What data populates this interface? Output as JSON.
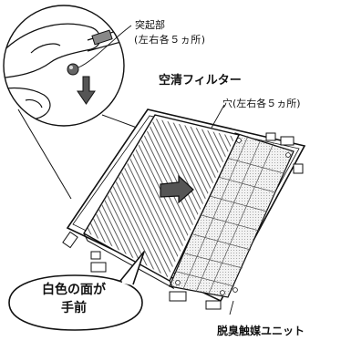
{
  "labels": {
    "protrusion": "突起部",
    "protrusion_location": "(左右各５ヵ所)",
    "air_filter": "空清フィルター",
    "hole": "穴(左右各５ヵ所)",
    "deodorizing_unit": "脱臭触媒ユニット"
  },
  "callout": {
    "line1": "白色の面が",
    "line2": "手前"
  },
  "colors": {
    "line": "#111111",
    "unit_fill": "#ececec",
    "arrow_fill": "#555555"
  }
}
